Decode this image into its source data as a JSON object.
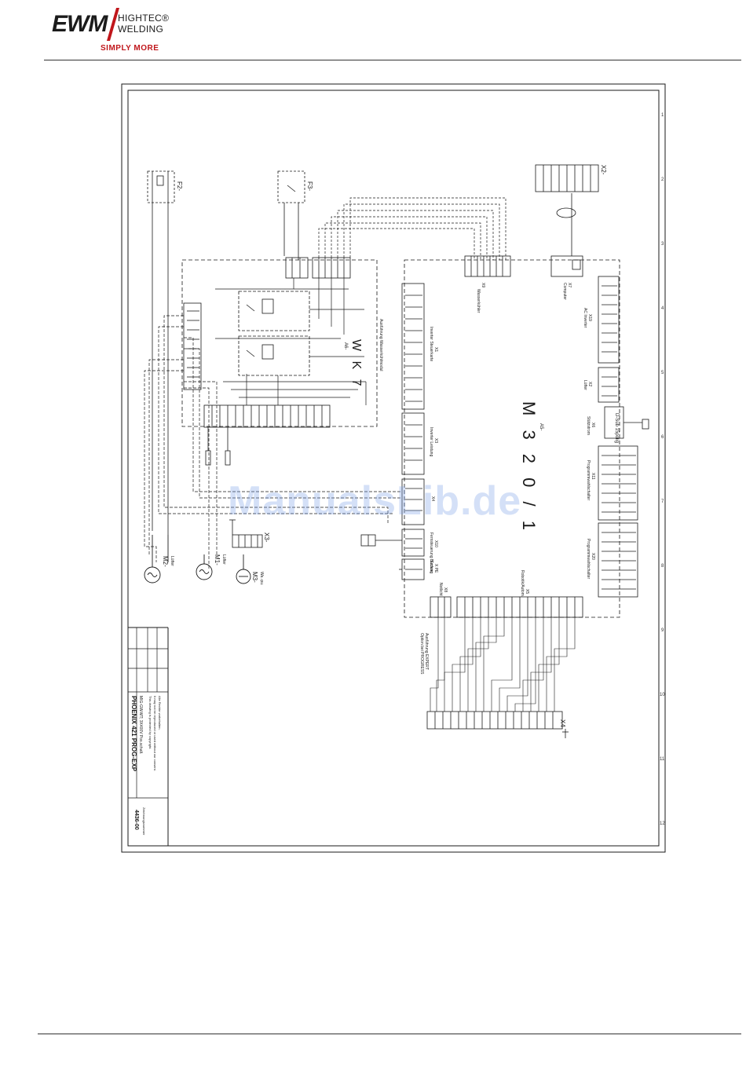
{
  "logo": {
    "brand": "EWM",
    "line1": "HIGHTEC",
    "line2": "WELDING",
    "tagline": "SIMPLY MORE"
  },
  "watermark": "ManualsLib.de",
  "colors": {
    "brand_red": "#c0161b",
    "line": "#1a1a1a",
    "watermark": "#78a0e6"
  },
  "diagram": {
    "grid_numbers": [
      "1",
      "2",
      "3",
      "4",
      "5",
      "6",
      "7",
      "8",
      "9",
      "10",
      "11",
      "12"
    ],
    "boards": {
      "wk7": "W K 7",
      "wk7_ref": "A6-",
      "m320": "M 3 2 0 / 1",
      "m320_ref": "A5-"
    },
    "fuses": {
      "f2": "F2-",
      "f3": "F3-"
    },
    "motors": {
      "m1": "M1-",
      "m1_sub": "Lüfter",
      "m2": "M2-",
      "m2_sub": "Lüfter",
      "m3": "M3-",
      "m3_sub": "Wa.-pu."
    },
    "connectors": {
      "x2": "X2-",
      "x3": "X3-",
      "x4": "X4-",
      "x19": "X19",
      "x19_sub": "AC Inverter",
      "x2b": "X2",
      "x2b_sub": "Lüfter",
      "x6": "X6",
      "x6_sub": "Stützstrom",
      "x11": "X11",
      "x11_sub": "Programmwahlschalter",
      "x20": "X20",
      "x20_sub": "Programmwahlschalter",
      "x7": "X7",
      "x7_sub": "Computer",
      "x9": "X9",
      "x9_sub": "Wasserkühler",
      "x1": "X1",
      "x1_sub": "Inverter Steuerkarte",
      "x3b": "X3",
      "x3b_sub": "Inverter Leistung",
      "x4b": "X4",
      "x10": "X10",
      "x10_sub": "Fernsteuerung Buchse",
      "xpe": "X PE",
      "xpe_sub": "Erdung",
      "x8": "X8",
      "x8_sub": "Notlicht",
      "x5": "X5",
      "x5_sub": "Robotik/Autom.",
      "dsub": "D-Sub 15polig"
    },
    "notes": {
      "wk7_option": "Ausführung Wasserkühlmodul",
      "expert": "Ausführung EXPERT",
      "progress": "Option bei PROGRESS"
    },
    "title_block": {
      "product": "PHOENIX 421 PROG-EXP",
      "subtitle": "MIG-GW-MT; 3X400V Pos.schalt.",
      "drawing_no": "4436-00",
      "drawing_label": "Zeichnungsnummer",
      "copyright1": "This drawing is protected by copyright.",
      "copyright2": "It may not be reproduced or used without our consent.",
      "copyright3": "Alle Rechte vorbehalten."
    }
  }
}
